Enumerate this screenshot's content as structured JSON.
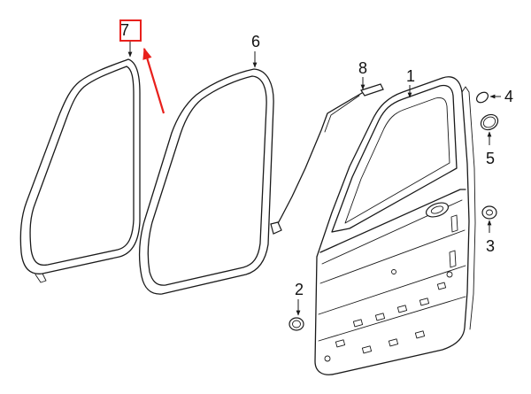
{
  "callouts": {
    "part_1": "1",
    "part_2": "2",
    "part_3": "3",
    "part_4": "4",
    "part_5": "5",
    "part_6": "6",
    "part_7": "7",
    "part_8": "8"
  },
  "highlight": {
    "target": "part_7",
    "color": "#e8201c"
  }
}
